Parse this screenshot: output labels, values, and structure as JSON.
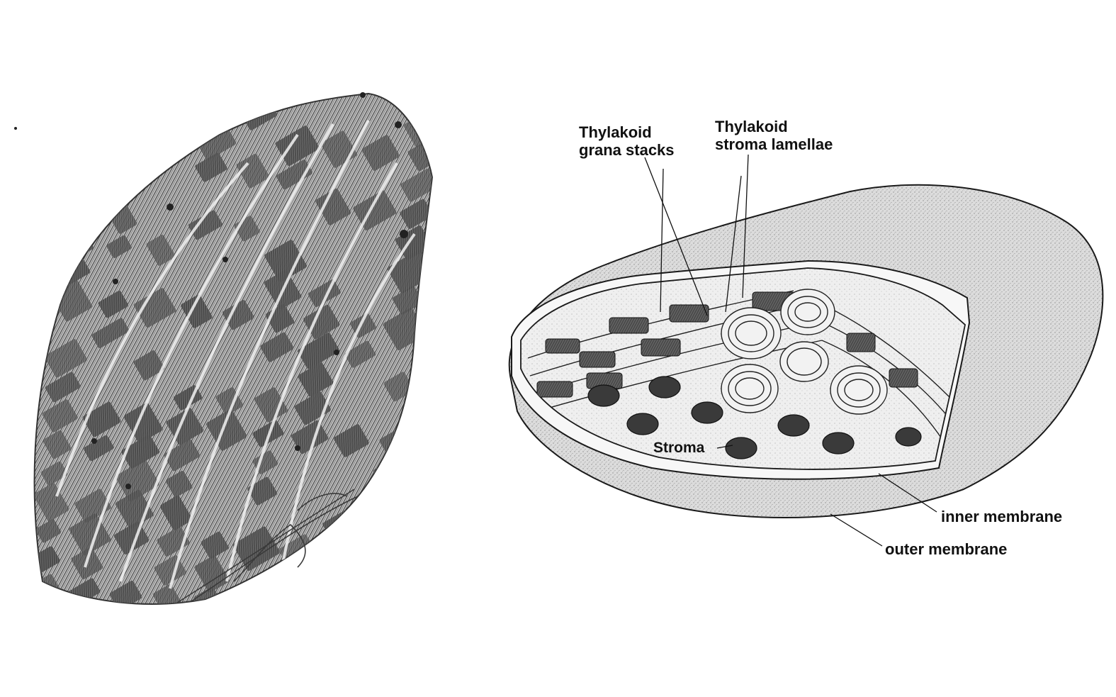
{
  "labels": {
    "thylakoid_grana": {
      "line1": "Thylakoid",
      "line2": "grana stacks"
    },
    "thylakoid_stroma": {
      "line1": "Thylakoid",
      "line2": "stroma lamellae"
    },
    "stroma": "Stroma",
    "inner_membrane": "inner membrane",
    "outer_membrane": "outer membrane"
  },
  "colors": {
    "background": "#ffffff",
    "ink": "#1a1a1a",
    "micrograph_dark": "#5a5a5a",
    "micrograph_light": "#bdbdbd",
    "stroma_fill": "#e9e9e9",
    "envelope_fill": "#d8d8d8"
  }
}
